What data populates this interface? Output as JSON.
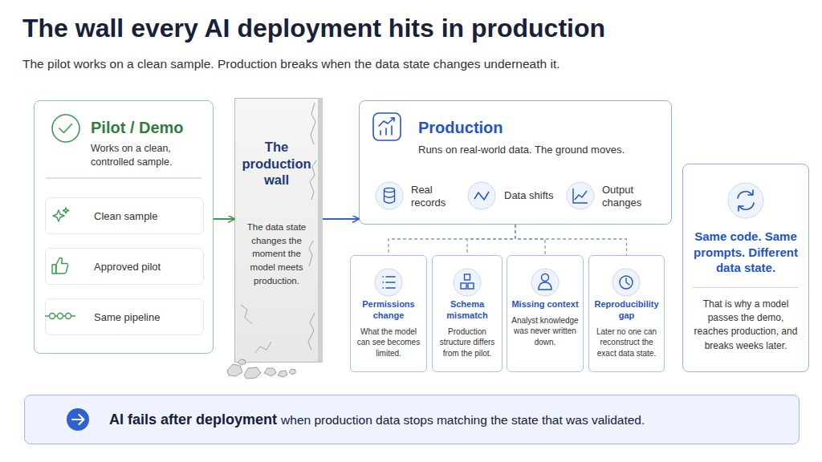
{
  "diagram": {
    "title": "The wall every AI deployment hits in production",
    "nodes": [
      {
        "text": [
          "Pilot / Demo",
          "Works on a clean, controlled sample."
        ]
      },
      {
        "text": [
          "Clean sample"
        ],
        "in": 0
      },
      {
        "text": [
          "Approved pilot"
        ],
        "in": 0
      },
      {
        "text": [
          "Same pipeline"
        ],
        "in": 0
      },
      {
        "text": [
          "The production wall",
          "The data state changes the moment the model meets production."
        ]
      },
      {
        "text": [
          "Production",
          "Runs on real-world data. The ground moves."
        ]
      },
      {
        "text": [
          "Permissions change",
          "What the model can see becomes limited."
        ]
      },
      {
        "text": [
          "Schema mismatch",
          "Production structure differs from the pilot."
        ]
      },
      {
        "text": [
          "Missing context",
          "Analyst knowledge was never written down."
        ]
      },
      {
        "text": [
          "Reproducibility gap",
          "Later no one can reconstruct the exact data state."
        ]
      },
      {
        "text": [
          "Same code. Same prompts. Different data state.",
          "That is why a model passes the demo, reaches production, and breaks weeks later."
        ]
      },
      {
        "text": [
          "AI fails after deployment",
          "when production data stops matching the state that was validated."
        ]
      }
    ],
    "edges": [
      {
        "from": 0,
        "to": 4,
        "arrow": "to"
      },
      {
        "from": 4,
        "to": 5,
        "arrow": "to"
      },
      {
        "from": 5,
        "to": 6,
        "arrow": "none"
      },
      {
        "from": 5,
        "to": 7,
        "arrow": "none"
      },
      {
        "from": 5,
        "to": 8,
        "arrow": "none"
      },
      {
        "from": 5,
        "to": 9,
        "arrow": "none"
      }
    ],
    "labels": [
      "The pilot works on a clean sample. Production breaks when the data state changes underneath it.",
      "Real records",
      "Data shifts",
      "Output changes"
    ]
  }
}
